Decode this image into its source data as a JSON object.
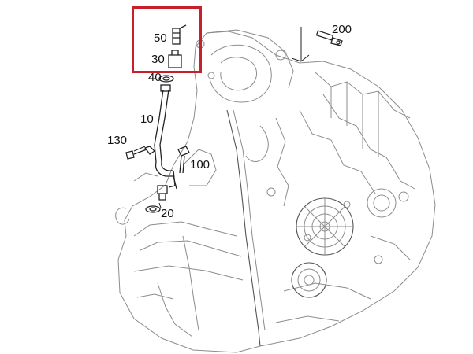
{
  "diagram": {
    "highlight_color": "#c8202a",
    "callouts": [
      {
        "id": "200",
        "text": "200"
      },
      {
        "id": "50",
        "text": "50"
      },
      {
        "id": "30",
        "text": "30"
      },
      {
        "id": "40",
        "text": "40"
      },
      {
        "id": "10",
        "text": "10"
      },
      {
        "id": "130",
        "text": "130"
      },
      {
        "id": "100",
        "text": "100"
      },
      {
        "id": "20",
        "text": "20"
      }
    ]
  }
}
